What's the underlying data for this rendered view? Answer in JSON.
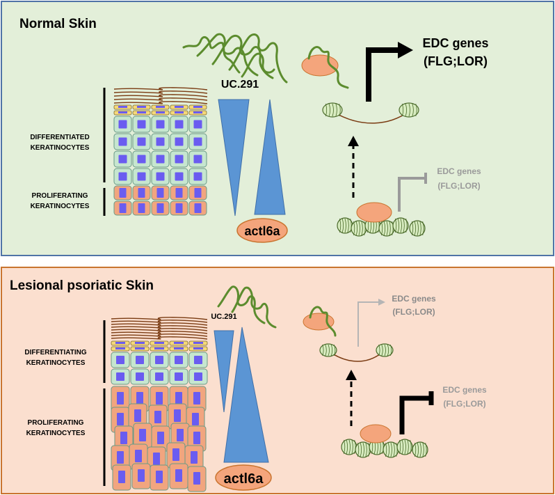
{
  "normal": {
    "title": "Normal Skin",
    "lnc_label": "UC.291",
    "protein_label": "actl6a",
    "layer_top": [
      "DIFFERENTIATED",
      "KERATINOCYTES"
    ],
    "layer_bottom": [
      "PROLIFERATING",
      "KERATINOCYTES"
    ],
    "active_gene": [
      "EDC genes",
      "(FLG;LOR)"
    ],
    "repressed_gene": [
      "EDC genes",
      "(FLG;LOR)"
    ]
  },
  "psoriatic": {
    "title": "Lesional psoriatic Skin",
    "lnc_label": "UC.291",
    "protein_label": "actl6a",
    "layer_top": [
      "DIFFERENTIATING",
      "KERATINOCYTES"
    ],
    "layer_bottom": [
      "PROLIFERATING",
      "KERATINOCYTES"
    ],
    "active_gene": [
      "EDC genes",
      "(FLG;LOR)"
    ],
    "repressed_gene": [
      "EDC genes",
      "(FLG;LOR)"
    ]
  },
  "colors": {
    "normal_bg": "#e3efd9",
    "normal_border": "#4f73a6",
    "psoriatic_bg": "#fbdfcf",
    "psoriatic_border": "#c9742f",
    "wedge": "#5b95d4",
    "protein_fill": "#f4a57c",
    "rna": "#5c8c2e",
    "cornified": "#7a3b12",
    "diff_cell": "#c6e6cf",
    "prolif_cell": "#f1a57f",
    "nucleus": "#6a5cf0"
  }
}
